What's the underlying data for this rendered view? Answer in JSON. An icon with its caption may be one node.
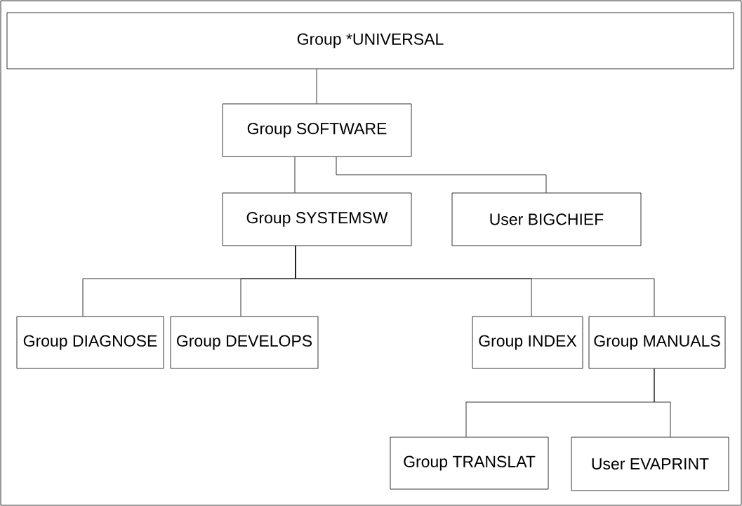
{
  "diagram": {
    "nodes": [
      {
        "text": [
          "Group *UNIVERSAL"
        ]
      },
      {
        "text": [
          "Group SOFTWARE"
        ]
      },
      {
        "text": [
          "Group SYSTEMSW"
        ]
      },
      {
        "text": [
          "User BIGCHIEF"
        ]
      },
      {
        "text": [
          "Group DIAGNOSE"
        ]
      },
      {
        "text": [
          "Group DEVELOPS"
        ]
      },
      {
        "text": [
          "Group INDEX"
        ]
      },
      {
        "text": [
          "Group MANUALS"
        ]
      },
      {
        "text": [
          "Group TRANSLAT"
        ]
      },
      {
        "text": [
          "User EVAPRINT"
        ]
      }
    ],
    "edges": [
      {
        "from": 0,
        "to": 1,
        "arrow": "none"
      },
      {
        "from": 1,
        "to": 2,
        "arrow": "none"
      },
      {
        "from": 1,
        "to": 3,
        "arrow": "none"
      },
      {
        "from": 2,
        "to": 4,
        "arrow": "none"
      },
      {
        "from": 2,
        "to": 5,
        "arrow": "none"
      },
      {
        "from": 2,
        "to": 6,
        "arrow": "none"
      },
      {
        "from": 2,
        "to": 7,
        "arrow": "none"
      },
      {
        "from": 7,
        "to": 8,
        "arrow": "none"
      },
      {
        "from": 7,
        "to": 9,
        "arrow": "none"
      }
    ]
  }
}
